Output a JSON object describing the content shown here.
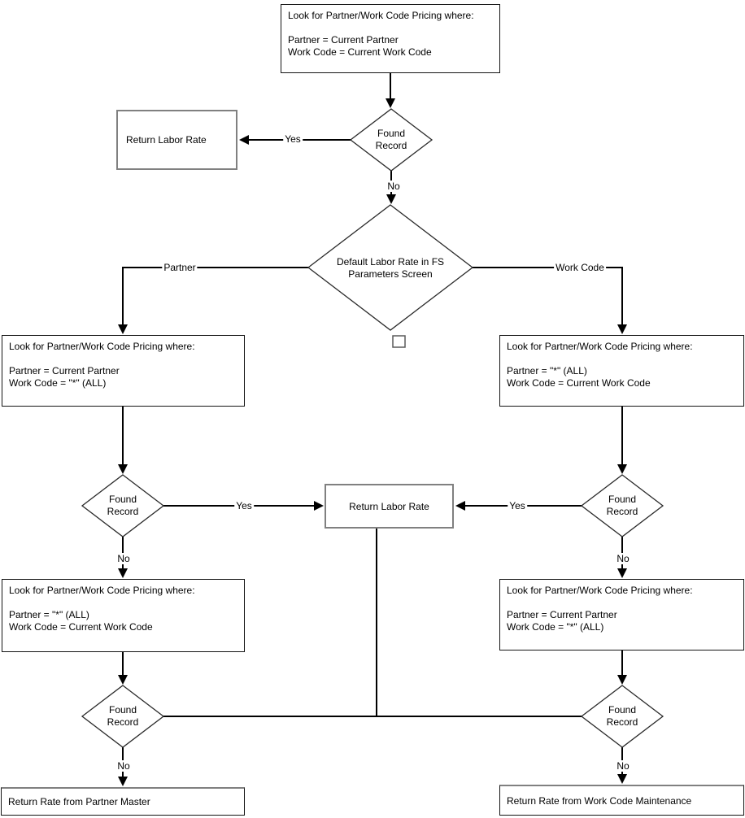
{
  "flowchart": {
    "nodes": {
      "top_lookup": {
        "heading": "Look for Partner/Work Code Pricing where:",
        "cond1": "Partner = Current Partner",
        "cond2": "Work Code = Current Work Code"
      },
      "return_labor_rate_top": {
        "label": "Return Labor Rate"
      },
      "found_record_top": {
        "label": "Found Record"
      },
      "default_labor_rate_decision": {
        "label": "Default Labor Rate in FS Parameters Screen"
      },
      "lookup_mid_left": {
        "heading": "Look for Partner/Work Code Pricing where:",
        "cond1": "Partner = Current Partner",
        "cond2": "Work Code = \"*\" (ALL)"
      },
      "lookup_mid_right": {
        "heading": "Look for Partner/Work Code Pricing where:",
        "cond1": "Partner = \"*\" (ALL)",
        "cond2": "Work Code = Current Work Code"
      },
      "found_record_mid_left": {
        "label": "Found Record"
      },
      "return_labor_rate_center": {
        "label": "Return Labor Rate"
      },
      "found_record_mid_right": {
        "label": "Found Record"
      },
      "lookup_lower_left": {
        "heading": "Look for Partner/Work Code Pricing where:",
        "cond1": "Partner = \"*\" (ALL)",
        "cond2": "Work Code = Current Work Code"
      },
      "lookup_lower_right": {
        "heading": "Look for Partner/Work Code Pricing where:",
        "cond1": "Partner = Current Partner",
        "cond2": "Work Code = \"*\" (ALL)"
      },
      "found_record_bottom_left": {
        "label": "Found Record"
      },
      "found_record_bottom_right": {
        "label": "Found Record"
      },
      "return_rate_partner_master": {
        "label": "Return Rate from Partner Master"
      },
      "return_rate_work_code_maintenance": {
        "label": "Return Rate from Work Code Maintenance"
      }
    },
    "edge_labels": {
      "yes_top": "Yes",
      "no_top": "No",
      "partner_branch": "Partner",
      "work_code_branch": "Work Code",
      "yes_mid_left": "Yes",
      "yes_mid_right": "Yes",
      "no_mid_left": "No",
      "no_mid_right": "No",
      "no_bottom_left": "No",
      "no_bottom_right": "No"
    },
    "colors": {
      "line": "#000000",
      "process_border": "#141414",
      "terminator_border": "#808080",
      "background": "#ffffff",
      "text": "#000000"
    }
  }
}
